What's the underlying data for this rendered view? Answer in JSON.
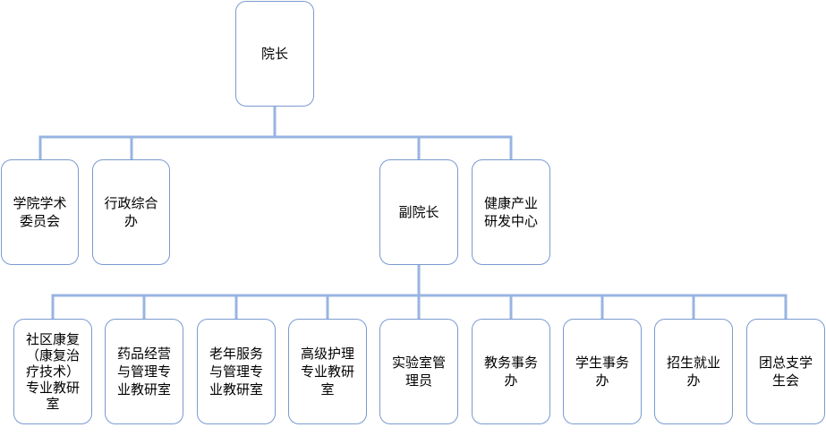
{
  "diagram": {
    "root": "院长",
    "level1": [
      "学院学术委员会",
      "行政综合办",
      "副院长",
      "健康产业研发中心"
    ],
    "level2": [
      "社区康复（康复治疗技术）专业教研室",
      "药品经营与管理专业教研室",
      "老年服务与管理专业教研室",
      "高级护理专业教研室",
      "实验室管理员",
      "教务事务办",
      "学生事务办",
      "招生就业办",
      "团总支学生会"
    ],
    "colors": {
      "connector": "#98b4e2",
      "border": "#7a9ad0",
      "background": "#ffffff",
      "text": "#000000"
    }
  }
}
